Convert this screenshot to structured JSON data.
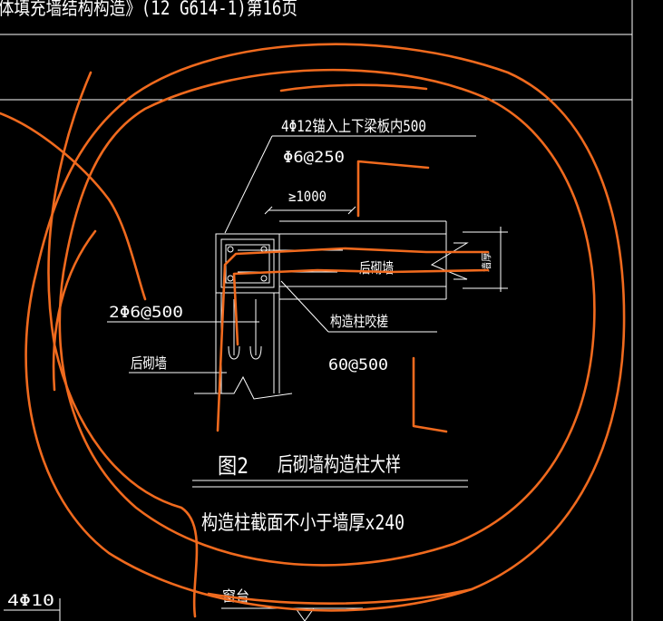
{
  "drawing": {
    "header_title": "体填充墙结构构造》(12 G614-1)第16页",
    "rebar_label": "4Φ12锚入上下梁板内500",
    "stirrup_label": "Φ6@250",
    "length_label": "≥1000",
    "right_wall_label": "后砌墙",
    "thickness_label": "墙厚",
    "column_label": "构造柱咬槎",
    "tie_label": "2Φ6@500",
    "spacing_label": "60@500",
    "left_wall_label": "后砌墙",
    "figure_number": "图2",
    "figure_title": "后砌墙构造柱大样",
    "section_note": "构造柱截面不小于墙厚x240",
    "bottom_rebar": "4Φ10",
    "window_label": "窗台"
  },
  "colors": {
    "background": "#000000",
    "lines": "#ffffff",
    "annotation": "#f06a1e"
  }
}
